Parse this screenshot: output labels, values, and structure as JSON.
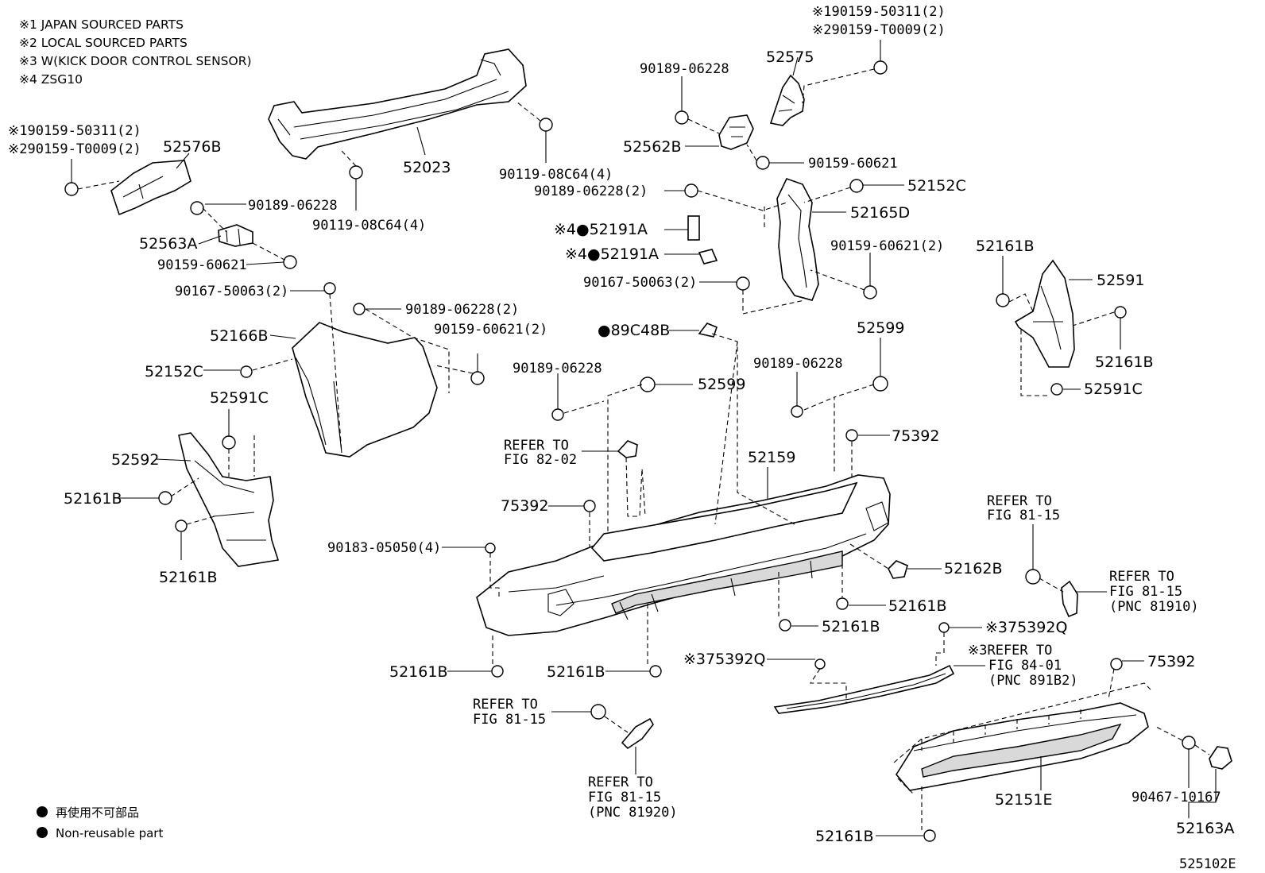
{
  "notes": [
    "※1 JAPAN SOURCED PARTS",
    "※2 LOCAL SOURCED PARTS",
    "※3 W(KICK DOOR CONTROL SENSOR)",
    "※4 ZSG10"
  ],
  "legend": {
    "japanese": "再使用不可部品",
    "english": "Non-reusable part"
  },
  "figure_id": "525102E",
  "labels": {
    "l_90159_50311_left": "※190159-50311(2)",
    "l_90159_T0009_left": "※290159-T0009(2)",
    "l_52576B": "52576B",
    "l_90189_06228_a": "90189-06228",
    "l_52563A": "52563A",
    "l_90159_60621_a": "90159-60621",
    "l_52023": "52023",
    "l_90119_08C64_a": "90119-08C64(4)",
    "l_90119_08C64_b": "90119-08C64(4)",
    "l_90167_50063_a": "90167-50063(2)",
    "l_90189_06228_2a": "90189-06228(2)",
    "l_90159_60621_2a": "90159-60621(2)",
    "l_52166B": "52166B",
    "l_52152C_a": "52152C",
    "l_52591C_a": "52591C",
    "l_52592": "52592",
    "l_52161B_a": "52161B",
    "l_52161B_b": "52161B",
    "l_90189_06228_top": "90189-06228",
    "l_52575": "52575",
    "l_90159_50311_top": "※190159-50311(2)",
    "l_90159_T0009_top": "※290159-T0009(2)",
    "l_52562B": "52562B",
    "l_90159_60621_b": "90159-60621",
    "l_90189_06228_2b": "90189-06228(2)",
    "l_52152C_b": "52152C",
    "l_52165D": "52165D",
    "l_52191A_a": "※4●52191A",
    "l_52191A_b": "※4●52191A",
    "l_90159_60621_2b": "90159-60621(2)",
    "l_90167_50063_b": "90167-50063(2)",
    "l_89C48B": "●89C48B",
    "l_52599_a": "52599",
    "l_52599_b": "52599",
    "l_90189_06228_c": "90189-06228",
    "l_90189_06228_d": "90189-06228",
    "l_refer_82_02": "REFER TO",
    "l_refer_82_02_fig": "FIG 82-02",
    "l_75392_a": "75392",
    "l_75392_b": "75392",
    "l_52159": "52159",
    "l_90183_05050": "90183-05050(4)",
    "l_52162B": "52162B",
    "l_52161B_c": "52161B",
    "l_52161B_d": "52161B",
    "l_52161B_e": "52161B",
    "l_52161B_f": "52161B",
    "l_52161B_g": "52161B",
    "l_52161B_h": "52161B",
    "l_52161B_i": "52161B",
    "l_52591": "52591",
    "l_52591C_b": "52591C",
    "l_refer_81_15_a": "REFER TO",
    "l_refer_81_15_a_fig": "FIG 81-15",
    "l_refer_81_15_b": "REFER TO",
    "l_refer_81_15_b_fig": "FIG 81-15",
    "l_refer_81_15_b_pnc": "(PNC 81910)",
    "l_75392Q_a": "※375392Q",
    "l_75392Q_b": "※375392Q",
    "l_refer_84_01": "※3REFER TO",
    "l_refer_84_01_fig": "FIG 84-01",
    "l_refer_84_01_pnc": "(PNC 891B2)",
    "l_refer_81_15_c": "REFER TO",
    "l_refer_81_15_c_fig": "FIG 81-15",
    "l_refer_81_15_d": "REFER TO",
    "l_refer_81_15_d_fig": "FIG 81-15",
    "l_refer_81_15_d_pnc": "(PNC 81920)",
    "l_52151E": "52151E",
    "l_90467_10167": "90467-10167",
    "l_52163A": "52163A"
  }
}
